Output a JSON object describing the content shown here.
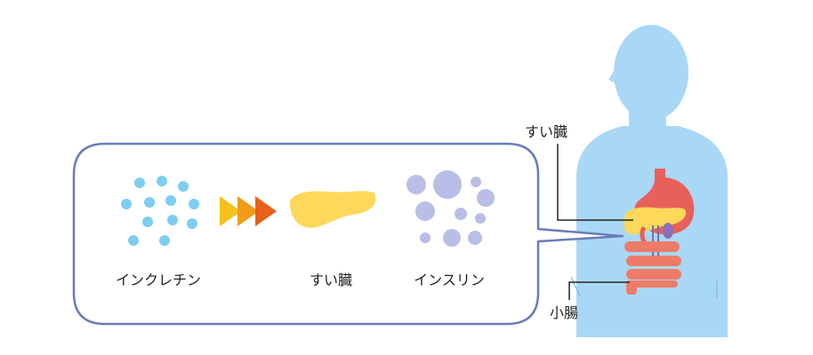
{
  "callout": {
    "step1_label": "インクレチン",
    "step2_label": "すい臓",
    "step3_label": "インスリン"
  },
  "body_labels": {
    "pancreas": "すい臓",
    "small_intestine": "小腸"
  },
  "colors": {
    "body_silhouette": "#a8d8f5",
    "incretin_dots": "#7ccdf0",
    "insulin_dots": "#b8bee6",
    "pancreas": "#fdd85a",
    "stomach": "#e8605a",
    "intestine": "#ee7b68",
    "callout_border": "#6a7cb8",
    "arrow_1": "#f6c21a",
    "arrow_2": "#f29a1a",
    "arrow_3": "#e8601a"
  },
  "icons": [
    "incretin-dots",
    "triple-arrow-icon",
    "pancreas-icon",
    "insulin-dots",
    "human-body-silhouette"
  ]
}
